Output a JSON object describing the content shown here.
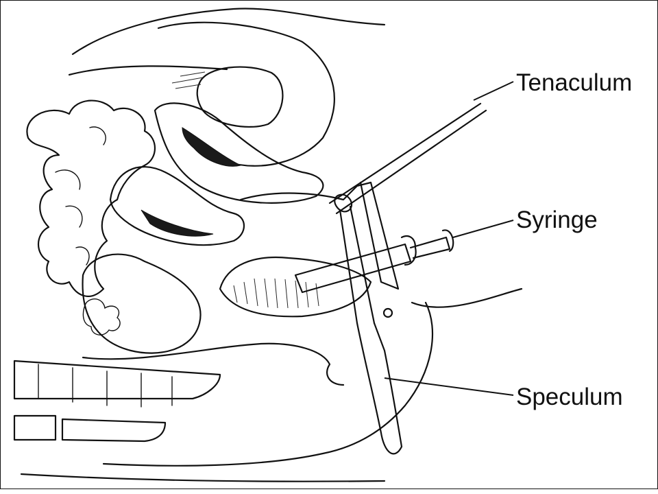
{
  "labels": {
    "tenaculum": "Tenaculum",
    "syringe": "Syringe",
    "speculum": "Speculum"
  }
}
